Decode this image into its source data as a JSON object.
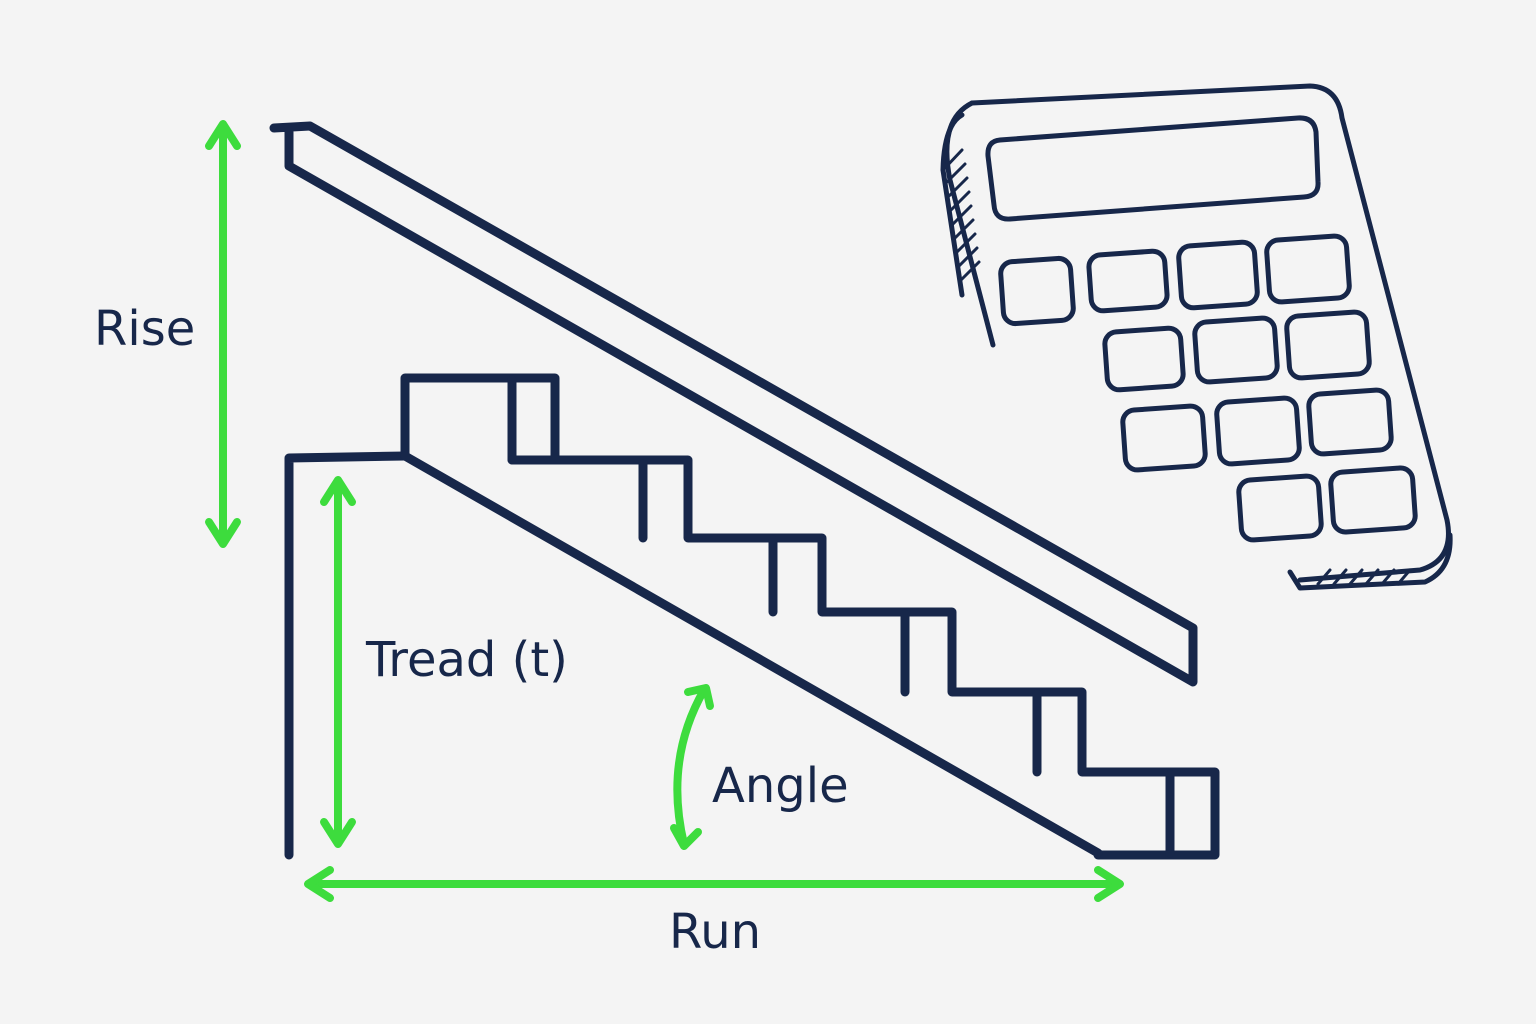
{
  "labels": {
    "rise": "Rise",
    "tread": "Tread (t)",
    "angle": "Angle",
    "run": "Run"
  },
  "colors": {
    "line": "#17274a",
    "arrow": "#3ddc3d",
    "background": "#f4f4f4"
  },
  "icons": [
    "staircase-icon",
    "handrail-icon",
    "calculator-icon",
    "double-arrow-icon",
    "curved-arrow-icon"
  ]
}
